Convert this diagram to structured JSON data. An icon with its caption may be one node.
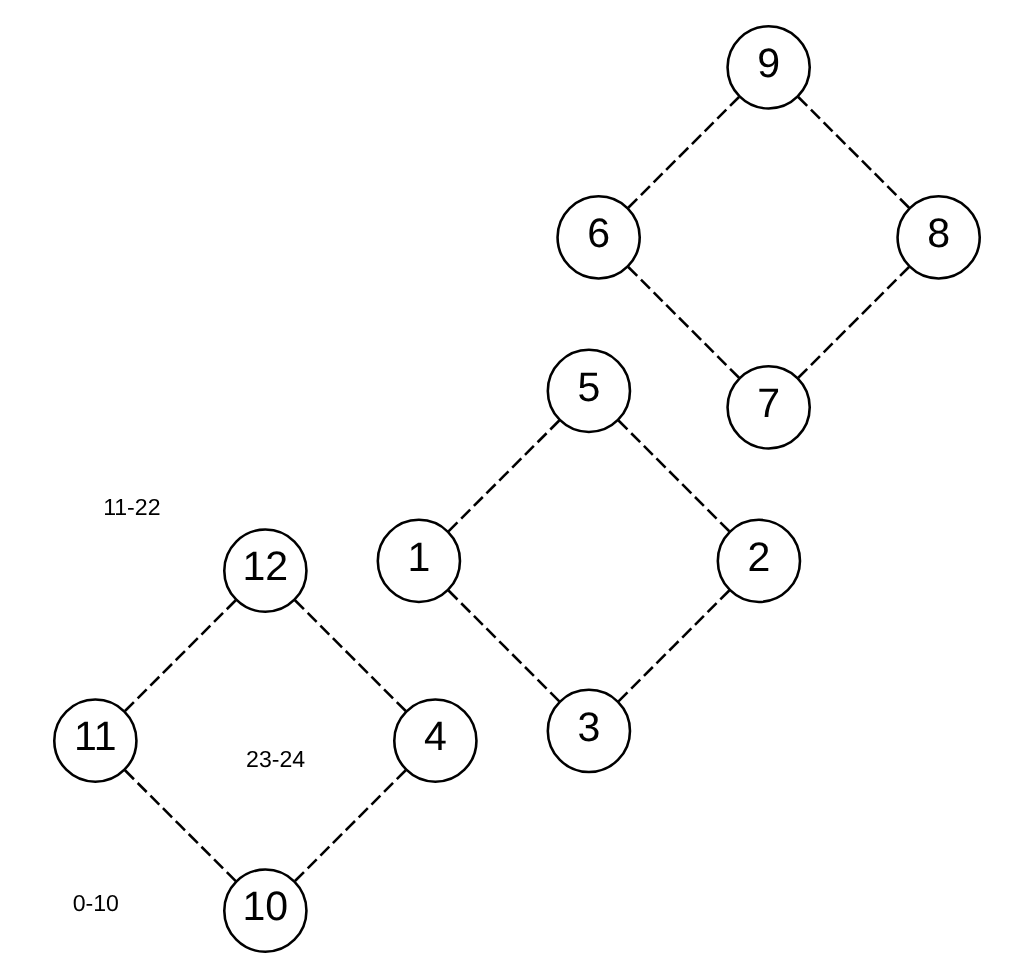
{
  "diagram": {
    "nodes": [
      {
        "text": [
          "10"
        ]
      },
      {
        "text": [
          "3"
        ]
      },
      {
        "text": [
          "4"
        ]
      },
      {
        "text": [
          "7"
        ]
      },
      {
        "text": [
          "1"
        ]
      },
      {
        "text": [
          "8"
        ]
      },
      {
        "text": [
          "6"
        ]
      },
      {
        "text": [
          "11"
        ]
      },
      {
        "text": [
          "2"
        ]
      },
      {
        "text": [
          "9"
        ]
      },
      {
        "text": [
          "5"
        ]
      },
      {
        "text": [
          "12"
        ]
      }
    ],
    "edges": [
      {
        "from": 0,
        "to": 7,
        "arrow": "none",
        "style": "dashed"
      },
      {
        "from": 7,
        "to": 11,
        "arrow": "none",
        "style": "dashed"
      },
      {
        "from": 11,
        "to": 2,
        "arrow": "none",
        "style": "dashed"
      },
      {
        "from": 2,
        "to": 0,
        "arrow": "none",
        "style": "dashed"
      },
      {
        "from": 1,
        "to": 4,
        "arrow": "none",
        "style": "dashed"
      },
      {
        "from": 4,
        "to": 10,
        "arrow": "none",
        "style": "dashed"
      },
      {
        "from": 10,
        "to": 8,
        "arrow": "none",
        "style": "dashed"
      },
      {
        "from": 8,
        "to": 1,
        "arrow": "none",
        "style": "dashed"
      },
      {
        "from": 3,
        "to": 6,
        "arrow": "none",
        "style": "dashed"
      },
      {
        "from": 6,
        "to": 9,
        "arrow": "none",
        "style": "dashed"
      },
      {
        "from": 9,
        "to": 5,
        "arrow": "none",
        "style": "dashed"
      },
      {
        "from": 5,
        "to": 3,
        "arrow": "none",
        "style": "dashed"
      }
    ],
    "labels": [
      "23-24",
      "11-22",
      "0-10"
    ]
  }
}
